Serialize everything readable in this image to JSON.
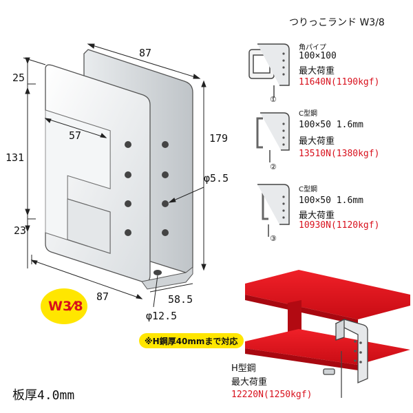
{
  "title": "つりっこランド W3/8",
  "dimensions": {
    "top_width": "87",
    "bottom_width": "87",
    "height_total": "179",
    "upper_flange": "25",
    "inner_height": "131",
    "lower_flange": "23",
    "inner_opening": "57",
    "hole_diameter": "φ5.5",
    "bolt_diameter": "φ12.5",
    "depth": "58.5"
  },
  "badge": {
    "text": "W3⁄8",
    "color": "#ffe600"
  },
  "plate_thickness": "板厚4.0mm",
  "specs": [
    {
      "profile": "角パイプ",
      "size": "100×100",
      "load_label": "最大荷重",
      "load": "11640N(1190kgf)",
      "marker": "①"
    },
    {
      "profile": "C型鋼",
      "size": "100×50 1.6mm",
      "load_label": "最大荷重",
      "load": "13510N(1380kgf)",
      "marker": "②"
    },
    {
      "profile": "C型鋼",
      "size": "100×50 1.6mm",
      "load_label": "最大荷重",
      "load": "10930N(1120kgf)",
      "marker": "③"
    }
  ],
  "h_beam": {
    "note": "※H鋼厚40mmまで対応",
    "profile": "H型鋼",
    "load_label": "最大荷重",
    "load": "12220N(1250kgf)",
    "color": "#e8161f"
  }
}
